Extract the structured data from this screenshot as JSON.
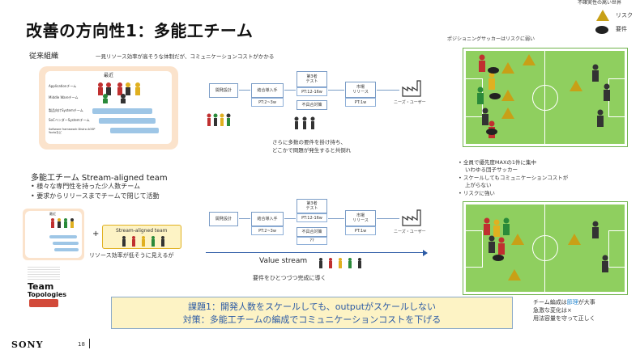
{
  "slide": {
    "title": "改善の方向性1：多能工チーム",
    "page_number": "18",
    "footer_brand": "SONY",
    "legend": {
      "heading": "不確実性の高い世界",
      "risk": "リスク",
      "requirement": "要件"
    },
    "conventional": {
      "heading": "従来組織",
      "description": "一見リソース効率が高そうな体制だが、コミュニケーションコストがかかる",
      "panel_title": "最近",
      "teams": [
        "Applicationチーム",
        "Middle Wareチーム",
        "製品向けSystemチーム",
        "SoCベンダーSystemチーム",
        "Software framework Distro AOSP Yoctoなど"
      ],
      "flow": {
        "design": "開発設計",
        "integration": "結合導入手",
        "integration_pt": "PT:2~3w",
        "test3": "第3者\nテスト",
        "test3_pt": "PT:12-16w",
        "fix": "不具合対策",
        "release": "市場\nリリース",
        "release_pt": "PT:1w",
        "needs": "ニーズ・ユーザー",
        "note1": "さらに多数の要件を掛け持ち、",
        "note2": "どこかで問題が発生すると共倒れ"
      }
    },
    "stream_aligned": {
      "heading": "多能工チーム Stream-aligned team",
      "bullet1": "様々な専門性を持った少人数チーム",
      "bullet2": "要求からリリースまでチームで閉じて活動",
      "panel_title": "最近",
      "team_label": "Stream-aligned team",
      "plus": "+",
      "efficiency_note": "リソース効率が低そうに見えるが",
      "flow": {
        "design": "開発設計",
        "integration": "結合導入手",
        "integration_pt": "PT:2~3w",
        "test3": "第3者\nテスト",
        "test3_pt": "PT:12-16w",
        "fix": "不具合対策",
        "fix_pt": "??",
        "release": "市場\nリリース",
        "release_pt": "PT:1w",
        "needs": "ニーズ・ユーザー"
      },
      "value_stream": "Value stream",
      "complete_note": "要件をひとつづつ完成に導く"
    },
    "soccer": {
      "top_caption": "ポジショニングサッカーはリスクに弱い",
      "bottom_caption1": "• 全員で優先度MAXの1件に集中",
      "bottom_caption2": "いわゆる団子サッカー",
      "bottom_caption3": "• スケールしてもコミュニケーションコストが",
      "bottom_caption4": "上がらない",
      "bottom_caption5": "• リスクに強い"
    },
    "banner": {
      "line1": "課題1：開発人数をスケールしても、outputがスケールしない",
      "line2": "対策：多能工チームの編成でコミュニケーションコストを下げる"
    },
    "side_note": {
      "line1_pre": "チーム編成は",
      "line1_highlight": "節理",
      "line1_post": "が大事",
      "line2": "急激な変化は×",
      "line3": "用法容量を守って正しく"
    },
    "book": {
      "title1": "Team",
      "title2": "Topologies"
    },
    "colors": {
      "accent_blue": "#2b5aa5",
      "banner_bg": "#fdf3c5",
      "panel_bg": "#fbe3cc",
      "field_green": "#8fcf5f",
      "risk_gold": "#c8a017"
    }
  }
}
